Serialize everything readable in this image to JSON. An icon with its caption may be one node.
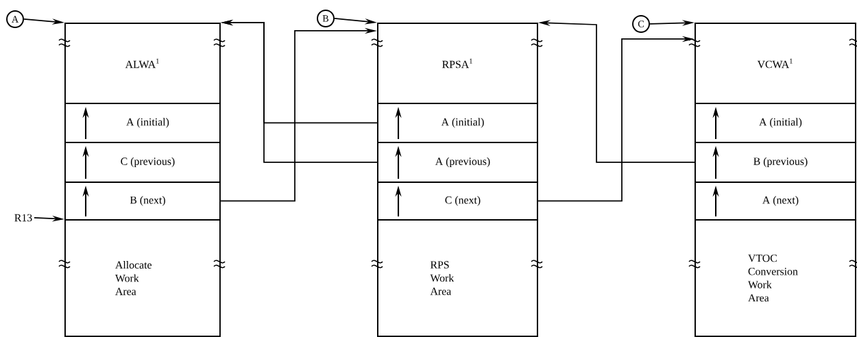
{
  "diagram": {
    "nodes": [
      {
        "text": [
          "A"
        ]
      },
      {
        "text": [
          "ALWA$^{1}$"
        ]
      },
      {
        "text": [
          "A (initial)"
        ]
      },
      {
        "text": [
          "C (previous)"
        ]
      },
      {
        "text": [
          "B (next)"
        ]
      },
      {
        "text": [
          "Allocate Work Area"
        ]
      },
      {
        "text": [
          "B"
        ]
      },
      {
        "text": [
          "RPSA$^{1}$"
        ]
      },
      {
        "text": [
          "A (initial)"
        ]
      },
      {
        "text": [
          "A (previous)"
        ]
      },
      {
        "text": [
          "C (next)"
        ]
      },
      {
        "text": [
          "RPS Work Area"
        ]
      },
      {
        "text": [
          "C"
        ]
      },
      {
        "text": [
          "VCWA$^{1}$"
        ]
      },
      {
        "text": [
          "A (initial)"
        ]
      },
      {
        "text": [
          "B (previous)"
        ]
      },
      {
        "text": [
          "A (next)"
        ]
      },
      {
        "text": [
          "VTOC Conversion Work Area"
        ]
      },
      {
        "text": [
          "R13"
        ]
      }
    ],
    "edges": [
      {
        "from": 0,
        "to": 1,
        "arrow": "to"
      },
      {
        "from": 18,
        "to": 5,
        "arrow": "to"
      },
      {
        "from": 8,
        "to": 1,
        "arrow": "to"
      },
      {
        "from": 9,
        "to": 1,
        "arrow": "to"
      },
      {
        "from": 4,
        "to": 7,
        "arrow": "to"
      },
      {
        "from": 6,
        "to": 7,
        "arrow": "to"
      },
      {
        "from": 15,
        "to": 7,
        "arrow": "to"
      },
      {
        "from": 10,
        "to": 13,
        "arrow": "to"
      },
      {
        "from": 12,
        "to": 13,
        "arrow": "to"
      }
    ]
  }
}
